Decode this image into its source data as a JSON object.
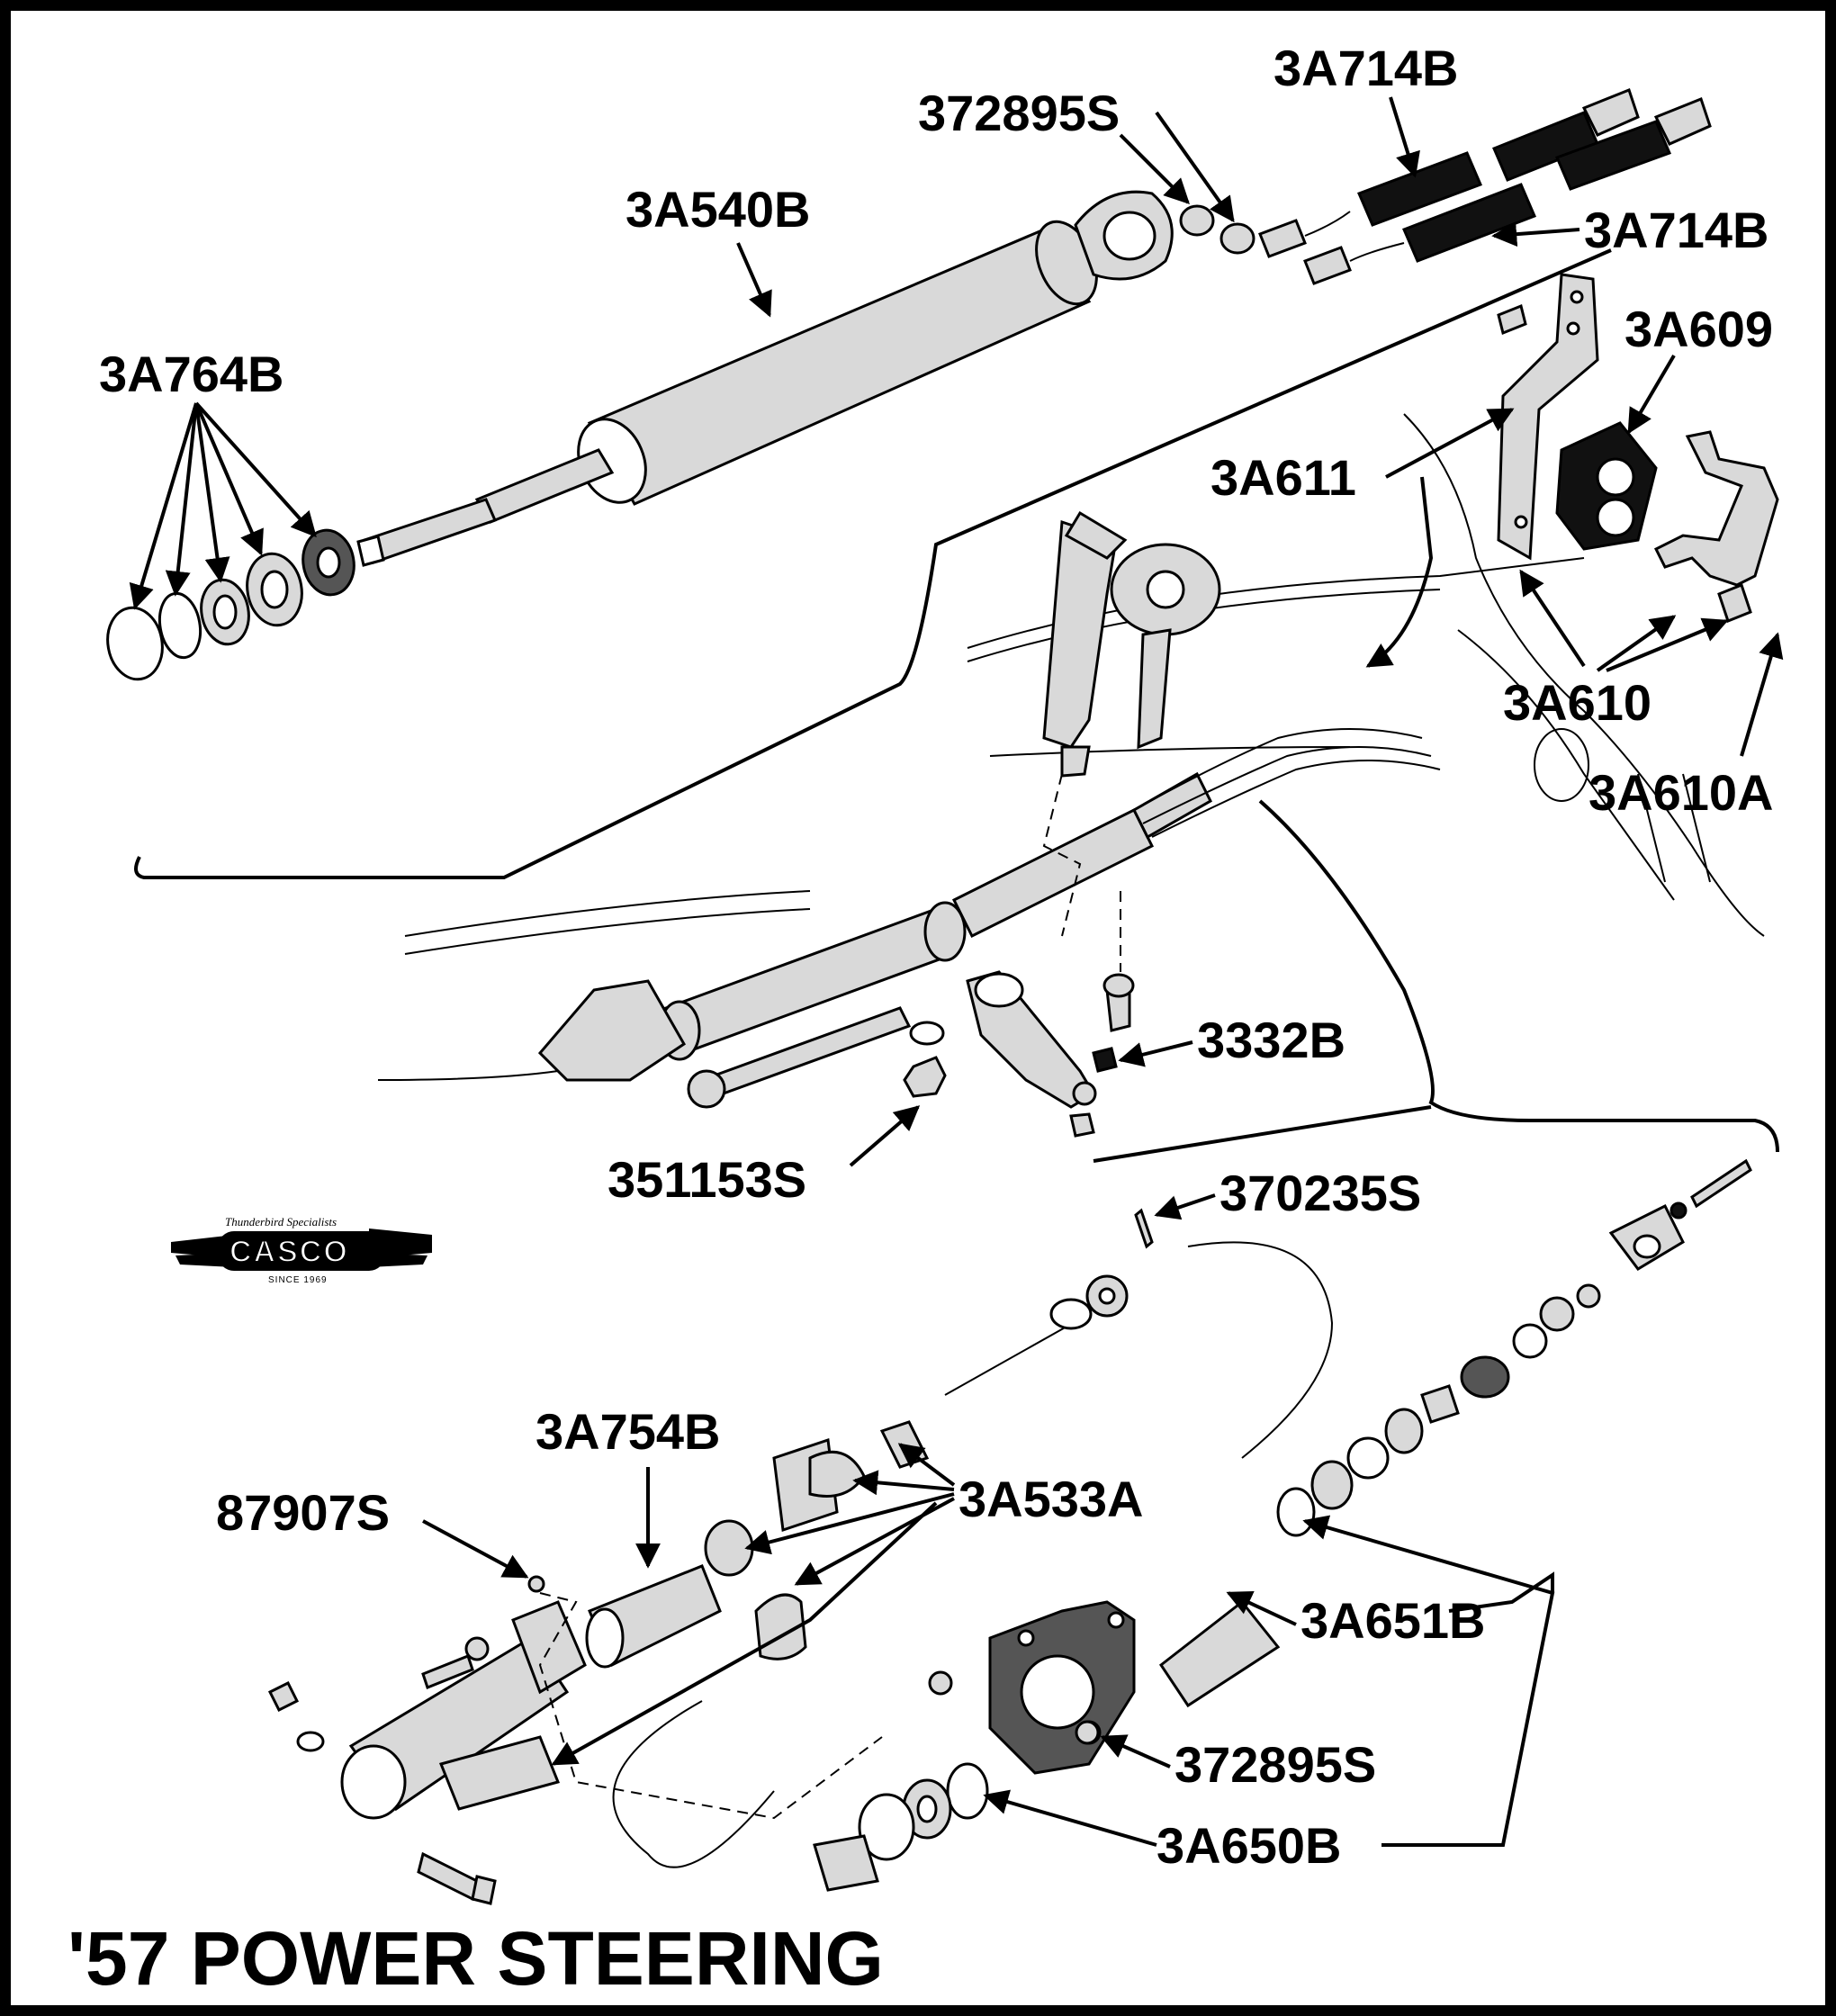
{
  "title": "'57 POWER STEERING",
  "logo": {
    "brand": "CASCO",
    "tagline": "Thunderbird Specialists",
    "since": "SINCE 1969"
  },
  "labels": {
    "p_3A714B_top": "3A714B",
    "p_372895S_top": "372895S",
    "p_3A540B": "3A540B",
    "p_3A714B_mid": "3A714B",
    "p_3A609": "3A609",
    "p_3A764B": "3A764B",
    "p_3A611": "3A611",
    "p_3A610": "3A610",
    "p_3A610A": "3A610A",
    "p_3332B": "3332B",
    "p_351153S": "351153S",
    "p_370235S": "370235S",
    "p_3A754B": "3A754B",
    "p_87907S": "87907S",
    "p_3A533A": "3A533A",
    "p_3A651B": "3A651B",
    "p_372895S_bottom": "372895S",
    "p_3A650B": "3A650B"
  }
}
